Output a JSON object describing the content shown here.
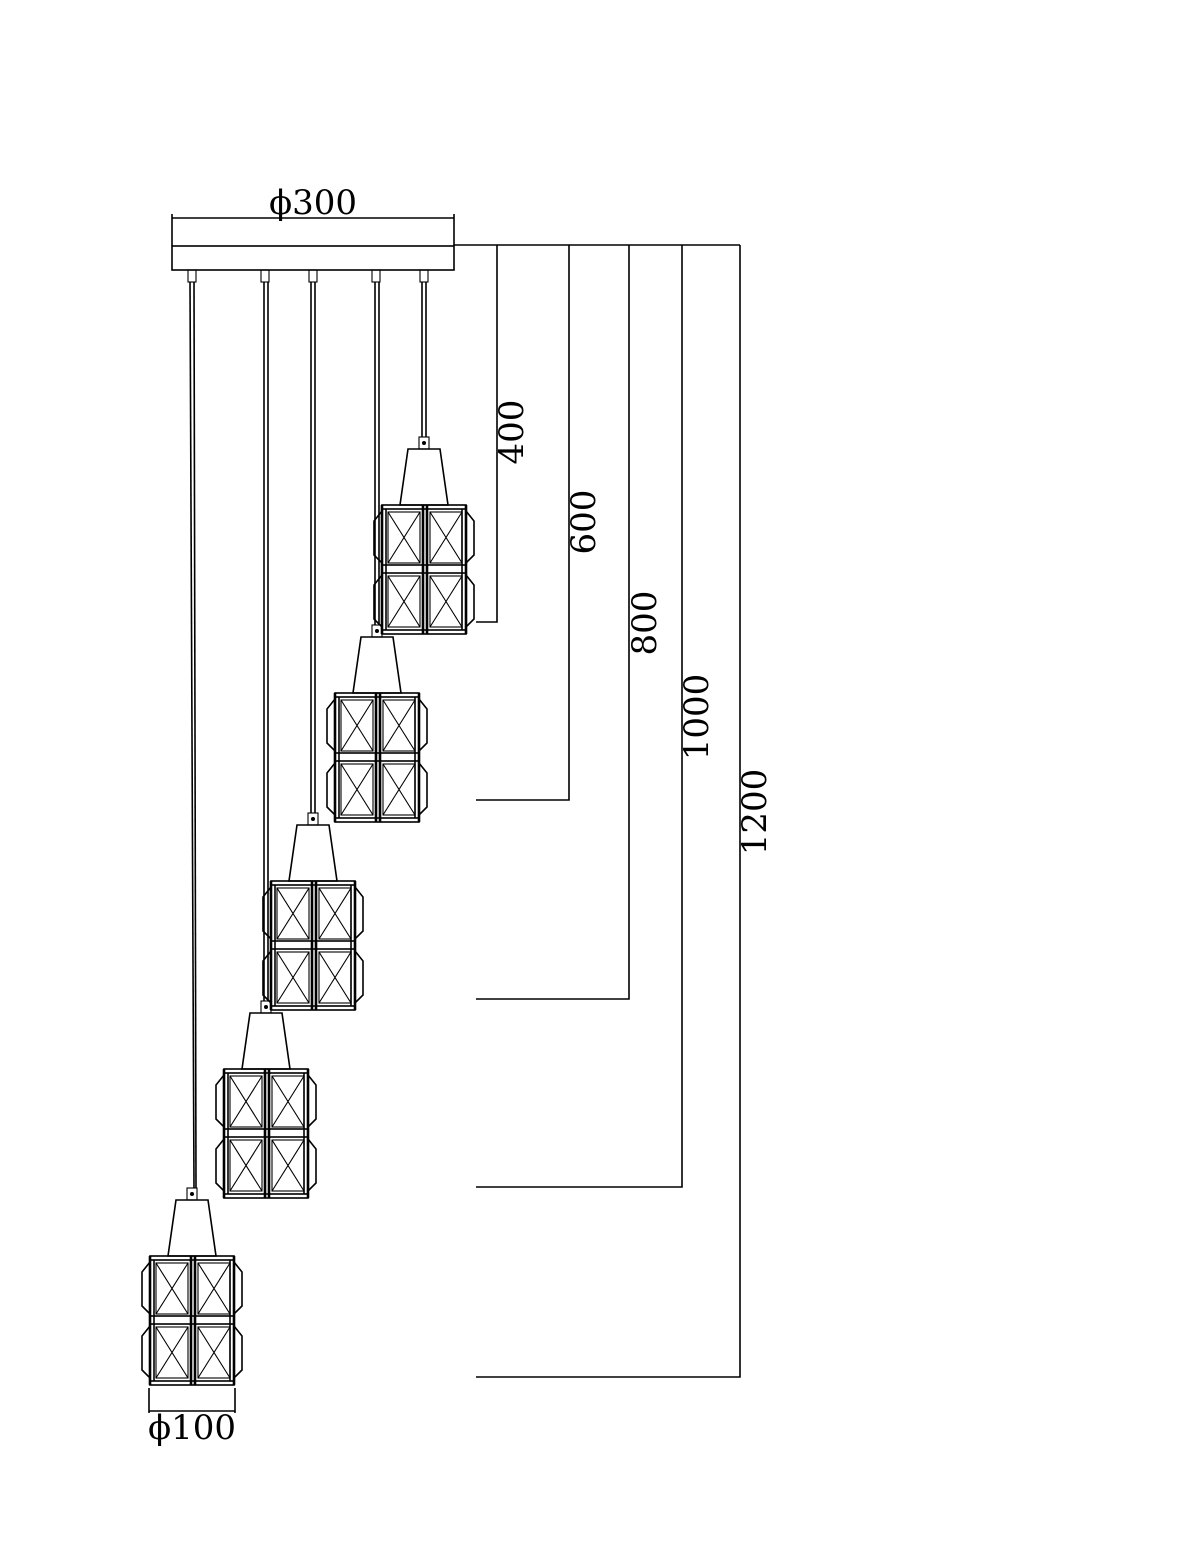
{
  "canopy": {
    "diameter_label": "ϕ300"
  },
  "shade": {
    "diameter_label": "ϕ100"
  },
  "drops": [
    {
      "label": "400"
    },
    {
      "label": "600"
    },
    {
      "label": "800"
    },
    {
      "label": "1000"
    },
    {
      "label": "1200"
    }
  ]
}
